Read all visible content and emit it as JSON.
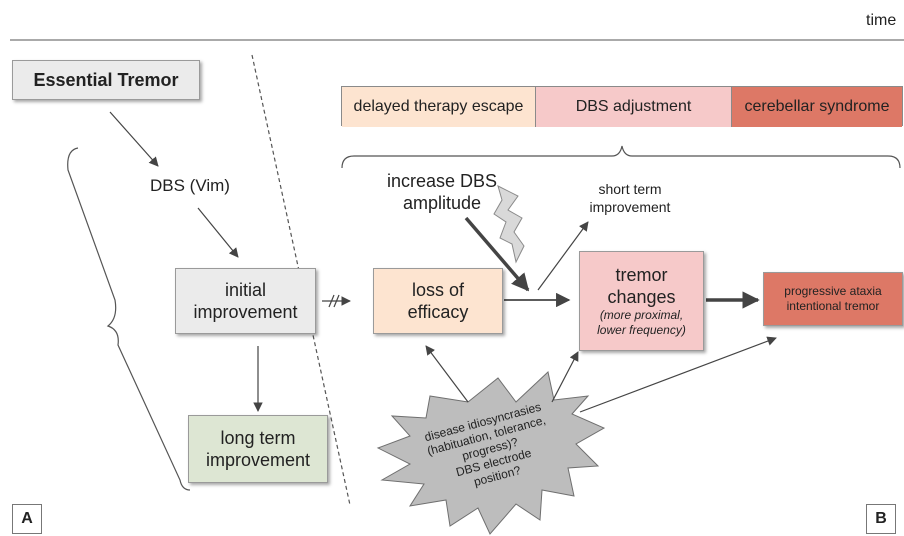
{
  "time_label": "time",
  "panel_a": "A",
  "panel_b": "B",
  "essential_tremor": "Essential Tremor",
  "dbs_vim": "DBS (Vim)",
  "initial_improvement": [
    "initial",
    "improvement"
  ],
  "long_term_improvement": [
    "long term",
    "improvement"
  ],
  "phases": [
    "delayed therapy escape",
    "DBS adjustment",
    "cerebellar syndrome"
  ],
  "increase_dbs": [
    "increase DBS",
    "amplitude"
  ],
  "short_term": [
    "short term",
    "improvement"
  ],
  "loss_of_efficacy": [
    "loss of",
    "efficacy"
  ],
  "tremor_changes": [
    "tremor",
    "changes"
  ],
  "tremor_changes_note": [
    "(more proximal,",
    "lower frequency)"
  ],
  "progressive": [
    "progressive ataxia",
    "intentional tremor"
  ],
  "starburst_text": [
    "disease idiosyncrasies",
    "(habituation, tolerance,",
    "progress)?",
    "DBS electrode",
    "position?"
  ],
  "colors": {
    "gray_box": "#ebebeb",
    "green_box": "#dde6d3",
    "peach": "#fde4d0",
    "pink": "#f6c9c9",
    "red": "#dd7866",
    "starburst": "#bdbdbd"
  }
}
